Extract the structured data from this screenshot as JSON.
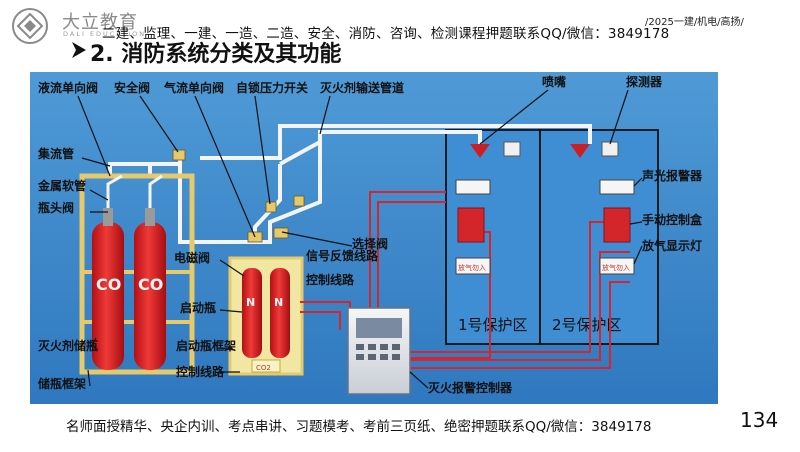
{
  "header": {
    "logo_text": "大立教育",
    "logo_subtext": "DALI EDUCATION",
    "banner": "二建、监理、一建、一造、二造、安全、消防、咨询、检测课程押题联系QQ/微信：3849178",
    "corner_note": "/2025一建/机电/高扬/"
  },
  "slide": {
    "title": "2. 消防系统分类及其功能",
    "footer": "名师面授精华、央企内训、考点串讲、习题模考、考前三页纸、绝密押题联系QQ/微信：3849178",
    "page_number": "134"
  },
  "diagram": {
    "labels": {
      "liquid_check_valve": "液流单向阀",
      "safety_valve": "安全阀",
      "gas_check_valve": "气流单向阀",
      "pressure_switch": "自锁压力开关",
      "agent_pipe": "灭火剂输送管道",
      "nozzle": "喷嘴",
      "detector": "探测器",
      "manifold": "集流管",
      "metal_hose": "金属软管",
      "bottle_valve": "瓶头阀",
      "selector_valve": "选择阀",
      "solenoid_valve": "电磁阀",
      "feedback_line": "信号反馈线路",
      "control_line": "控制线路",
      "starter_bottle": "启动瓶",
      "starter_rack": "启动瓶框架",
      "control_line_2": "控制线路",
      "agent_bottle": "灭火剂储瓶",
      "bottle_rack": "储瓶框架",
      "alarm_controller": "灭火报警控制器",
      "audible_visual_alarm": "声光报警器",
      "manual_control_box": "手动控制盒",
      "discharge_lamp": "放气显示灯"
    },
    "zones": {
      "zone1": "1号保护区",
      "zone2": "2号保护区"
    },
    "bottle_marks": {
      "co2_a": "CO",
      "co2_b": "CO",
      "n2_a": "N",
      "n2_b": "N"
    },
    "device_text": {
      "discharge_sign_1": "放气勿入",
      "discharge_sign_2": "放气勿入",
      "rack_label": "CO2"
    }
  }
}
